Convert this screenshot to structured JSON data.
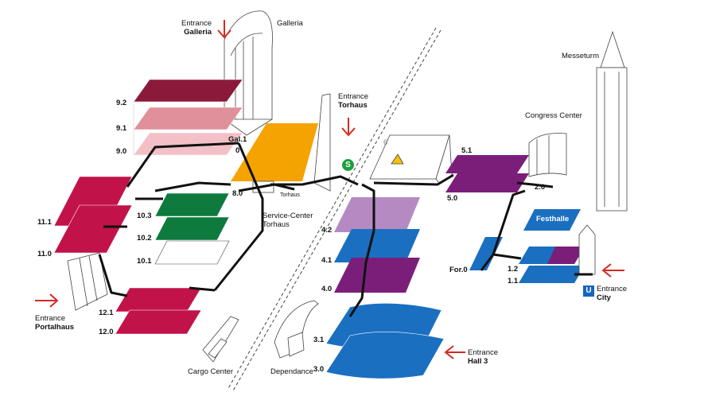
{
  "entrances": {
    "galleria": {
      "line1": "Entrance",
      "line2": "Galleria"
    },
    "torhaus": {
      "line1": "Entrance",
      "line2": "Torhaus"
    },
    "portalhaus": {
      "line1": "Entrance",
      "line2": "Portalhaus"
    },
    "city": {
      "line1": "Entrance",
      "line2": "City"
    },
    "hall3": {
      "line1": "Entrance",
      "line2": "Hall 3"
    }
  },
  "buildings": {
    "galleria": "Galleria",
    "messeturm": "Messeturm",
    "congress_center": "Congress Center",
    "service_center_line1": "Service-Center",
    "service_center_line2": "Torhaus",
    "torhaus_small": "Torhaus",
    "cargo_center": "Cargo Center",
    "dependance": "Dependance",
    "festhalle": "Festhalle",
    "hall6": "6"
  },
  "halls": {
    "h9_2": "9.2",
    "h9_1": "9.1",
    "h9_0": "9.0",
    "gal1": "Gal.1",
    "h0": "0",
    "h8_0": "8.0",
    "h10_3": "10.3",
    "h10_2": "10.2",
    "h10_1": "10.1",
    "h11_1": "11.1",
    "h11_0": "11.0",
    "h12_1": "12.1",
    "h12_0": "12.0",
    "h4_2": "4.2",
    "h4_1": "4.1",
    "h4_0": "4.0",
    "h3_1": "3.1",
    "h3_0": "3.0",
    "h5_1": "5.1",
    "h5_0": "5.0",
    "h2_0": "2.0",
    "for0": "For.0",
    "h1_2": "1.2",
    "h1_1": "1.1"
  },
  "badges": {
    "s_bahn": "S",
    "u_bahn": "U"
  },
  "colors": {
    "hall9_2": "#8b1a3a",
    "hall9_1": "#e0909a",
    "hall9_0": "#f2c0c6",
    "hall8": "#f5a300",
    "hall10": "#0e7a3e",
    "hall11": "#c2124a",
    "hall12": "#c2124a",
    "hall4_2": "#b58ac2",
    "hall_blue": "#1a6fc1",
    "hall_purple": "#7b1e7a",
    "walkway": "#111111",
    "arrow": "#d42a20"
  }
}
